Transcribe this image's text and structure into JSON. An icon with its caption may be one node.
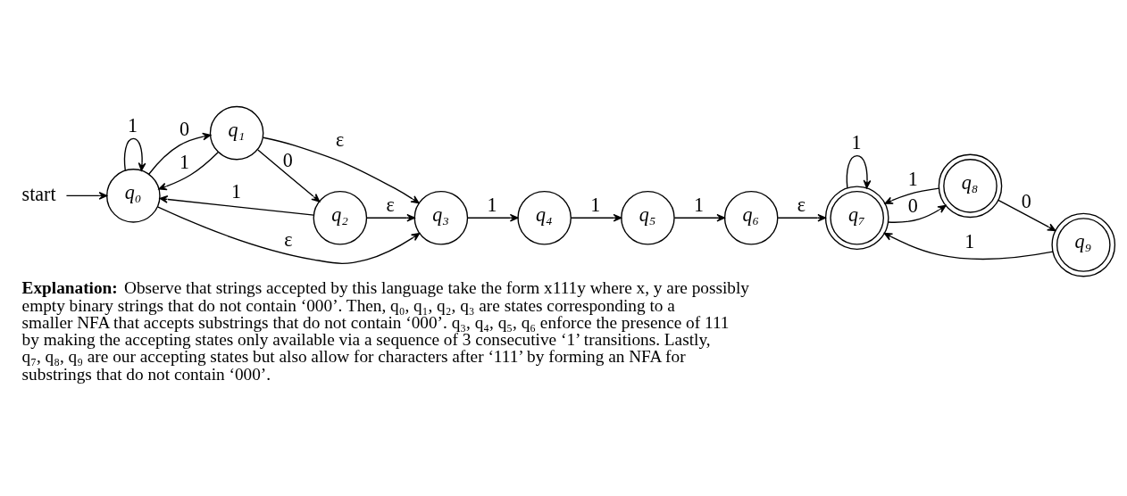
{
  "diagram": {
    "caption": "**Explanation:** Observe that strings accepted by this language take the form x111y where x, y are possibly empty binary strings that do not contain ‘000’. Then, q₀, q₁, q₂, q₃ are states corresponding to a smaller NFA that accepts substrings that do not contain ‘000’. q₃, q₄, q₅, q₆ enforce the presence of 111 by making the accepting states only available via a sequence of 3 consecutive ‘1’ transitions. Lastly, q₇, q₈, q₉ are our accepting states but also allow for characters after ‘111’ by forming an NFA for substrings that do not contain ‘000’.",
    "nodes": [
      {
        "text": [
          "start"
        ]
      },
      {
        "text": [
          "q₀"
        ]
      },
      {
        "text": [
          "q₁"
        ]
      },
      {
        "text": [
          "q₂"
        ]
      },
      {
        "text": [
          "q₃"
        ]
      },
      {
        "text": [
          "q₄"
        ]
      },
      {
        "text": [
          "q₅"
        ]
      },
      {
        "text": [
          "q₆"
        ]
      },
      {
        "text": [
          "q₇"
        ]
      },
      {
        "text": [
          "q₈"
        ]
      },
      {
        "text": [
          "q₉"
        ]
      }
    ],
    "edges": [
      {
        "from": 0,
        "to": 1,
        "arrow": "to"
      },
      {
        "from": 1,
        "to": 1,
        "arrow": "to",
        "label": "1"
      },
      {
        "from": 1,
        "to": 4,
        "arrow": "to",
        "label": "ε"
      },
      {
        "from": 1,
        "to": 2,
        "arrow": "to",
        "label": "0"
      },
      {
        "from": 2,
        "to": 1,
        "arrow": "to",
        "label": "1"
      },
      {
        "from": 2,
        "to": 3,
        "arrow": "to",
        "label": "0"
      },
      {
        "from": 3,
        "to": 1,
        "arrow": "to",
        "label": "1"
      },
      {
        "from": 2,
        "to": 4,
        "arrow": "to",
        "label": "ε"
      },
      {
        "from": 3,
        "to": 4,
        "arrow": "to",
        "label": "ε"
      },
      {
        "from": 4,
        "to": 5,
        "arrow": "to",
        "label": "1"
      },
      {
        "from": 5,
        "to": 6,
        "arrow": "to",
        "label": "1"
      },
      {
        "from": 6,
        "to": 7,
        "arrow": "to",
        "label": "1"
      },
      {
        "from": 7,
        "to": 8,
        "arrow": "to",
        "label": "ε"
      },
      {
        "from": 8,
        "to": 8,
        "arrow": "to",
        "label": "1"
      },
      {
        "from": 8,
        "to": 9,
        "arrow": "to",
        "label": "0"
      },
      {
        "from": 9,
        "to": 8,
        "arrow": "to",
        "label": "1"
      },
      {
        "from": 9,
        "to": 10,
        "arrow": "to",
        "label": "0"
      },
      {
        "from": 10,
        "to": 8,
        "arrow": "to",
        "label": "1"
      }
    ]
  }
}
